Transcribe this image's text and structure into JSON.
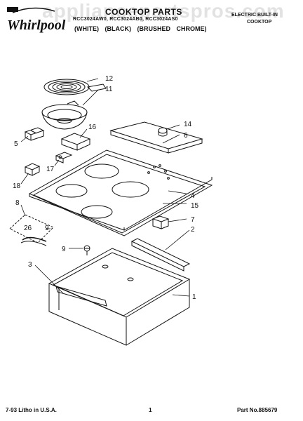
{
  "header": {
    "brand": "Whirlpool",
    "title": "COOKTOP PARTS",
    "models": "RCC3024AW0, RCC3024AB0, RCC3024AS0",
    "colors": "(WHITE) (BLACK) (BRUSHED CHROME)",
    "product_line1": "ELECTRIC BUILT-IN",
    "product_line2": "COOKTOP"
  },
  "watermark": "appliancepartspros.com",
  "callouts": [
    "12",
    "11",
    "16",
    "5",
    "17",
    "18",
    "14",
    "6",
    "4",
    "15",
    "7",
    "8",
    "26",
    "9",
    "2",
    "9",
    "3",
    "1"
  ],
  "footer": {
    "left": "7-93 Litho in U.S.A.",
    "center": "1",
    "right": "Part No.885679"
  }
}
